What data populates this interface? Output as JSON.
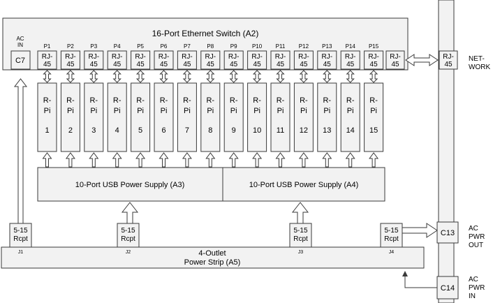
{
  "switch": {
    "title": "16-Port Ethernet Switch (A2)",
    "ac_in": [
      "AC",
      "IN"
    ],
    "ac_connector": "C7"
  },
  "ports": [
    "P1",
    "P2",
    "P3",
    "P4",
    "P5",
    "P6",
    "P7",
    "P8",
    "P9",
    "P10",
    "P11",
    "P12",
    "P13",
    "P14",
    "P15"
  ],
  "rj45": [
    "RJ-",
    "45"
  ],
  "pi": {
    "line1": "R-",
    "line2": "Pi",
    "numbers": [
      "1",
      "2",
      "3",
      "4",
      "5",
      "6",
      "7",
      "8",
      "9",
      "10",
      "11",
      "12",
      "13",
      "14",
      "15"
    ]
  },
  "usb_supplies": [
    "10-Port USB Power Supply (A3)",
    "10-Port USB Power Supply (A4)"
  ],
  "receptacle": [
    "5-15",
    "Rcpt"
  ],
  "jacks": [
    "J1",
    "J2",
    "J3",
    "J4"
  ],
  "power_strip": [
    "4-Outlet",
    "Power Strip (A5)"
  ],
  "panel": {
    "network_rj45": [
      "RJ-",
      "45"
    ],
    "network_label": [
      "NET-",
      "WORK"
    ],
    "c13": "C13",
    "c14": "C14",
    "ac_out_label": [
      "AC",
      "PWR",
      "OUT"
    ],
    "ac_in_label": [
      "AC",
      "PWR",
      "IN"
    ]
  },
  "colors": {
    "box_fill": "#f2f2f2",
    "stroke": "#3a3a3a"
  }
}
